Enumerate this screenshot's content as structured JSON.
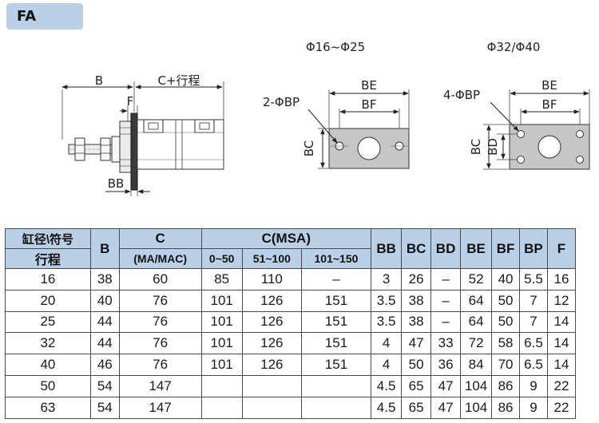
{
  "badge": "FA",
  "drawing": {
    "side_labels": {
      "b": "B",
      "c_stroke": "C+行程",
      "f": "F",
      "bb": "BB"
    },
    "small_plate": {
      "caption": "Φ16~Φ25",
      "be": "BE",
      "bf": "BF",
      "bc": "BC",
      "hole": "2-ΦBP"
    },
    "large_plate": {
      "caption": "Φ32/Φ40",
      "be": "BE",
      "bf": "BF",
      "bc": "BC",
      "bd": "BD",
      "hole": "4-ΦBP"
    }
  },
  "table": {
    "header": {
      "bore": "缸径\\符号",
      "stroke": "行程",
      "b": "B",
      "c": "C",
      "c_sub": "(MA/MAC)",
      "c_msa": "C(MSA)",
      "msa_cols": [
        "0~50",
        "51~100",
        "101~150"
      ],
      "rest": [
        "BB",
        "BC",
        "BD",
        "BE",
        "BF",
        "BP",
        "F"
      ]
    },
    "rows": [
      [
        "16",
        "38",
        "60",
        "85",
        "110",
        "–",
        "3",
        "26",
        "–",
        "52",
        "40",
        "5.5",
        "16"
      ],
      [
        "20",
        "40",
        "76",
        "101",
        "126",
        "151",
        "3.5",
        "38",
        "–",
        "64",
        "50",
        "7",
        "12"
      ],
      [
        "25",
        "44",
        "76",
        "101",
        "126",
        "151",
        "3.5",
        "38",
        "–",
        "64",
        "50",
        "7",
        "14"
      ],
      [
        "32",
        "44",
        "76",
        "101",
        "126",
        "151",
        "4",
        "47",
        "33",
        "72",
        "58",
        "6.5",
        "14"
      ],
      [
        "40",
        "46",
        "76",
        "101",
        "126",
        "151",
        "4",
        "50",
        "36",
        "84",
        "70",
        "6.5",
        "14"
      ],
      [
        "50",
        "54",
        "147",
        "",
        "",
        "",
        "4.5",
        "65",
        "47",
        "104",
        "86",
        "9",
        "22"
      ],
      [
        "63",
        "54",
        "147",
        "",
        "",
        "",
        "4.5",
        "65",
        "47",
        "104",
        "86",
        "9",
        "22"
      ]
    ]
  }
}
